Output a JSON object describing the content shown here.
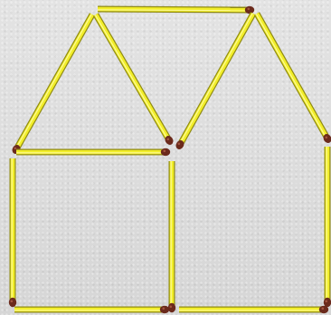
{
  "puzzle": {
    "background": "#dcdcdc",
    "stick": {
      "edge_color": "#8f8a12",
      "body_color": "#f2ee2a",
      "highlight_color": "#fffdb0",
      "head_color": "#6b2a1c",
      "head_highlight": "#a35540"
    },
    "matchsticks": [
      {
        "id": "roof-top"
      },
      {
        "id": "left-roof-left"
      },
      {
        "id": "left-roof-right"
      },
      {
        "id": "right-roof-left"
      },
      {
        "id": "right-roof-right"
      },
      {
        "id": "square-top"
      },
      {
        "id": "square-left"
      },
      {
        "id": "square-right"
      },
      {
        "id": "square-bottom"
      },
      {
        "id": "bottom-right"
      },
      {
        "id": "right-wall"
      }
    ]
  }
}
